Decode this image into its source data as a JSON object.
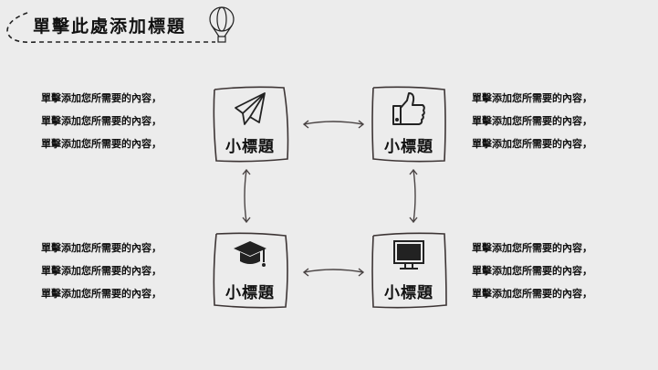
{
  "title": "單擊此處添加標題",
  "blocks": [
    {
      "label": "小標題",
      "icon": "paper-plane-icon",
      "lines": [
        "單擊添加您所需要的內容，",
        "單擊添加您所需要的內容，",
        "單擊添加您所需要的內容，"
      ]
    },
    {
      "label": "小標題",
      "icon": "thumbs-up-icon",
      "lines": [
        "單擊添加您所需要的內容，",
        "單擊添加您所需要的內容，",
        "單擊添加您所需要的內容，"
      ]
    },
    {
      "label": "小標題",
      "icon": "graduation-cap-icon",
      "lines": [
        "單擊添加您所需要的內容，",
        "單擊添加您所需要的內容，",
        "單擊添加您所需要的內容，"
      ]
    },
    {
      "label": "小標題",
      "icon": "monitor-icon",
      "lines": [
        "單擊添加您所需要的內容，",
        "單擊添加您所需要的內容，",
        "單擊添加您所需要的內容，"
      ]
    }
  ]
}
